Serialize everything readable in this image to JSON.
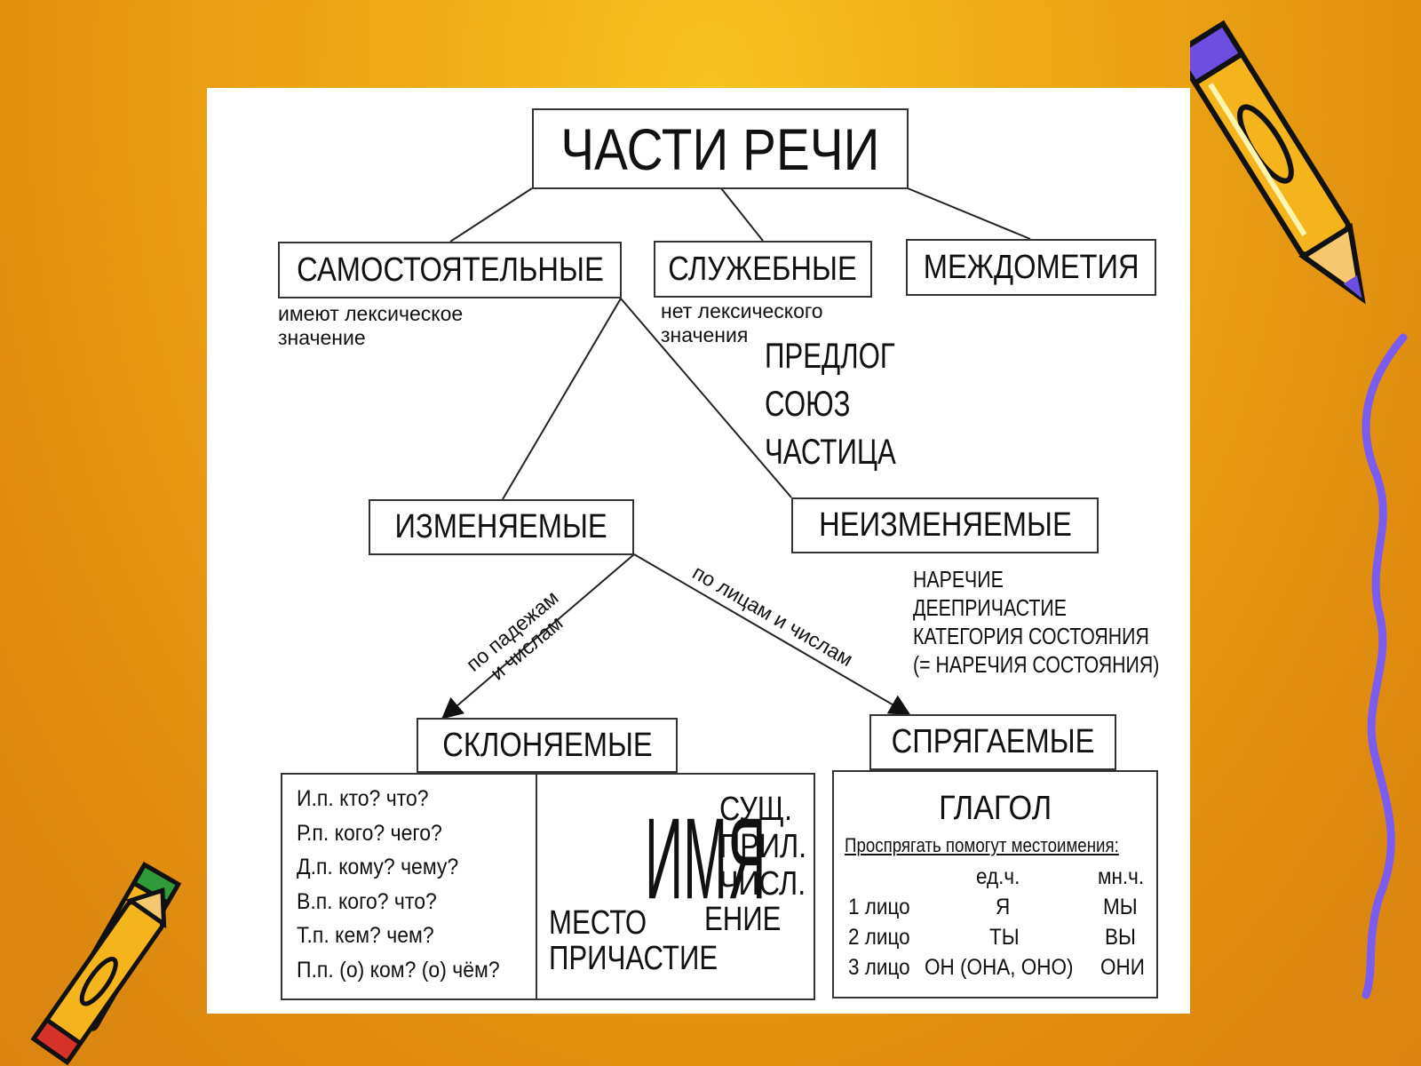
{
  "title": "ЧАСТИ РЕЧИ",
  "independent": {
    "label": "САМОСТОЯТЕЛЬНЫЕ",
    "note_line1": "имеют лексическое",
    "note_line2": "значение"
  },
  "auxiliary": {
    "label": "СЛУЖЕБНЫЕ",
    "note_line1": "нет лексического",
    "note_line2": "значения",
    "items": [
      "ПРЕДЛОГ",
      "СОЮЗ",
      "ЧАСТИЦА"
    ]
  },
  "interjections": {
    "label": "МЕЖДОМЕТИЯ"
  },
  "changeable": {
    "label": "ИЗМЕНЯЕМЫЕ",
    "edge_cases_line1": "по падежам",
    "edge_cases_line2": "и числам",
    "edge_persons": "по лицам и числам"
  },
  "unchangeable": {
    "label": "НЕИЗМЕНЯЕМЫЕ",
    "items": [
      "НАРЕЧИЕ",
      "ДЕЕПРИЧАСТИЕ",
      "КАТЕГОРИЯ СОСТОЯНИЯ",
      "(= НАРЕЧИЯ СОСТОЯНИЯ)"
    ]
  },
  "declinable": {
    "label": "СКЛОНЯЕМЫЕ",
    "cases": [
      "И.п.  кто? что?",
      "Р.п.   кого? чего?",
      "Д.п.  кому? чему?",
      "В.п.  кого? что?",
      "Т.п.   кем? чем?",
      "П.п. (о) ком? (о) чём?"
    ],
    "name_word": "ИМЯ",
    "name_kinds": [
      "СУЩ.",
      "ПРИЛ.",
      "ЧИСЛ."
    ],
    "pronoun_prefix": "МЕСТО",
    "pronoun_suffix": "ЕНИЕ",
    "participle": "ПРИЧАСТИЕ"
  },
  "conjugable": {
    "label": "СПРЯГАЕМЫЕ",
    "verb": "ГЛАГОЛ",
    "hint": "Проспрягать помогут местоимения:",
    "col_singular": "ед.ч.",
    "col_plural": "мн.ч.",
    "rows": [
      {
        "person": "1 лицо",
        "singular": "Я",
        "plural": "МЫ"
      },
      {
        "person": "2 лицо",
        "singular": "ТЫ",
        "plural": "ВЫ"
      },
      {
        "person": "3 лицо",
        "singular": "ОН (ОНА, ОНО)",
        "plural": "ОНИ"
      }
    ]
  },
  "colors": {
    "background": "#eea814",
    "pencil_body": "#f5b41c",
    "pencil_tip": "#7b5cf0",
    "squiggle": "#7b5cf0"
  }
}
